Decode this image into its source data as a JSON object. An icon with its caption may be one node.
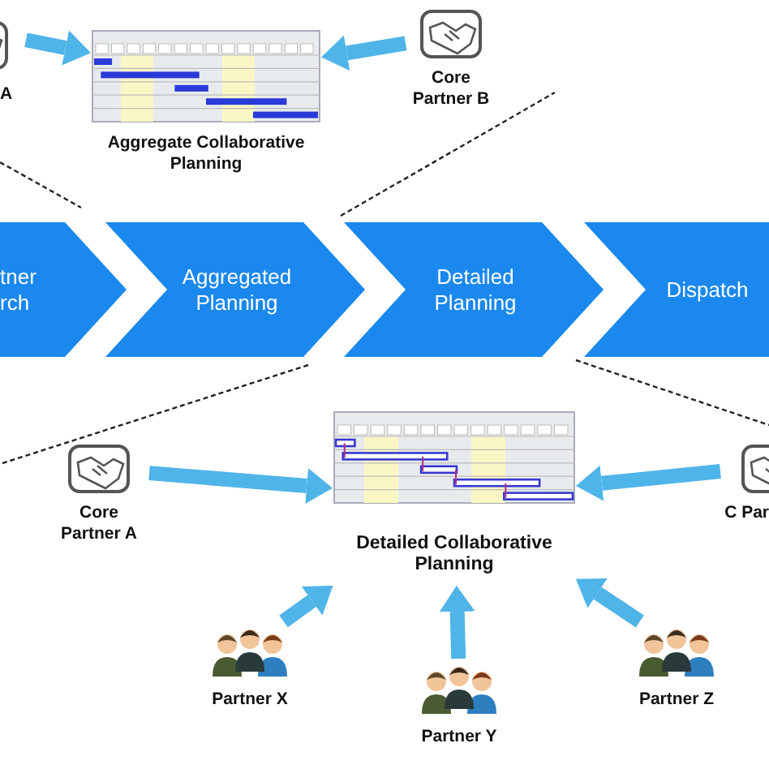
{
  "diagram": {
    "nodes": [
      {
        "text": [
          "tner rch"
        ]
      },
      {
        "text": [
          "Aggregated Planning"
        ]
      },
      {
        "text": [
          "Detailed Planning"
        ]
      },
      {
        "text": [
          "Dispatch"
        ]
      },
      {
        "text": [
          "Aggregate Collaborative Planning"
        ]
      },
      {
        "text": [
          "A"
        ]
      },
      {
        "text": [
          "Core Partner B"
        ]
      },
      {
        "text": [
          "Detailed Collaborative Planning"
        ]
      },
      {
        "text": [
          "Core Partner A"
        ]
      },
      {
        "text": [
          "C Par"
        ]
      },
      {
        "text": [
          "Partner X"
        ]
      },
      {
        "text": [
          "Partner Y"
        ]
      },
      {
        "text": [
          "Partner Z"
        ]
      }
    ],
    "edges": [
      {
        "from": 5,
        "to": 4,
        "arrow": "to"
      },
      {
        "from": 6,
        "to": 4,
        "arrow": "to"
      },
      {
        "from": 8,
        "to": 7,
        "arrow": "to"
      },
      {
        "from": 9,
        "to": 7,
        "arrow": "to"
      },
      {
        "from": 10,
        "to": 7,
        "arrow": "to"
      },
      {
        "from": 11,
        "to": 7,
        "arrow": "to"
      },
      {
        "from": 12,
        "to": 7,
        "arrow": "to"
      }
    ]
  }
}
